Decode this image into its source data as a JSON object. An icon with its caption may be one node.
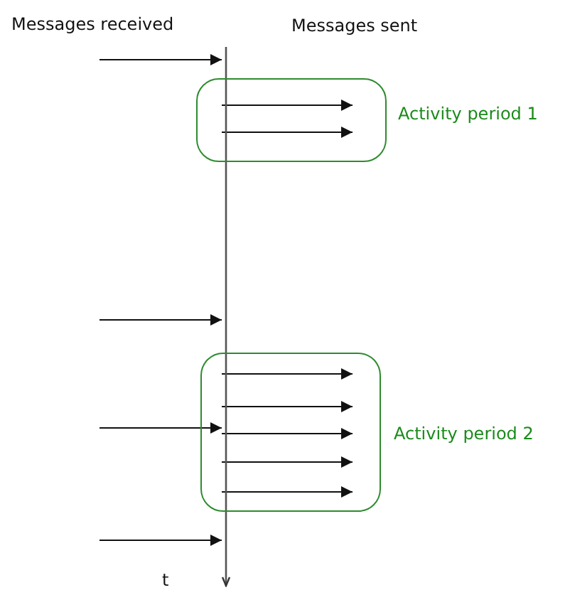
{
  "diagram": {
    "nodes": [
      {
        "text": [],
        "shape": "bar"
      },
      {
        "text": [],
        "shape": "box",
        "beside": [
          "Activity period 1"
        ]
      },
      {
        "text": [],
        "shape": "box",
        "beside": [
          "Activity period 2"
        ]
      }
    ],
    "edges": [
      {
        "from": null,
        "to": 0,
        "arrow": "to"
      },
      {
        "from": 0,
        "to": 1,
        "arrow": "to"
      },
      {
        "from": 0,
        "to": 1,
        "arrow": "to"
      },
      {
        "from": null,
        "to": 0,
        "arrow": "to"
      },
      {
        "from": 0,
        "to": 2,
        "arrow": "to"
      },
      {
        "from": 0,
        "to": 2,
        "arrow": "to"
      },
      {
        "from": null,
        "to": 0,
        "arrow": "to"
      },
      {
        "from": 0,
        "to": 2,
        "arrow": "to"
      },
      {
        "from": 0,
        "to": 2,
        "arrow": "to"
      },
      {
        "from": 0,
        "to": 2,
        "arrow": "to"
      },
      {
        "from": null,
        "to": 0,
        "arrow": "to"
      }
    ],
    "labels": [
      "Messages received",
      "Messages sent",
      "t"
    ]
  }
}
